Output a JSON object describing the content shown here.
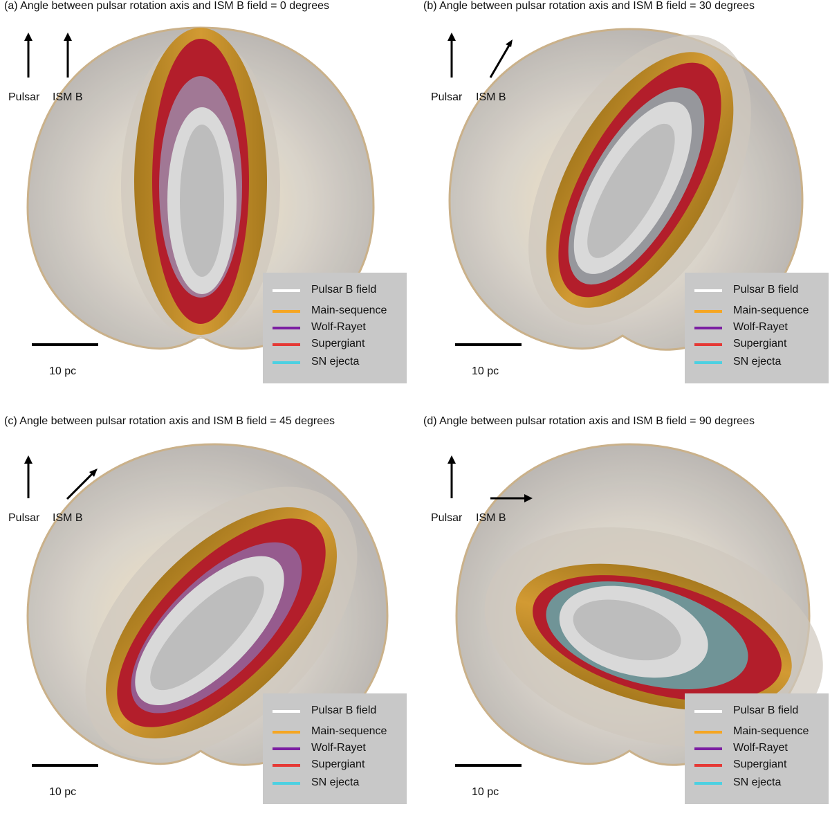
{
  "panels": [
    {
      "title": "(a) Angle between pulsar rotation axis and ISM B field = 0 degrees",
      "angle_deg": 0,
      "pulsar_label": "Pulsar",
      "ism_label": "ISM B",
      "scale_label": "10 pc"
    },
    {
      "title": "(b) Angle between pulsar rotation axis and ISM B field = 30 degrees",
      "angle_deg": 30,
      "pulsar_label": "Pulsar",
      "ism_label": "ISM B",
      "scale_label": "10 pc"
    },
    {
      "title": "(c) Angle between pulsar rotation axis and ISM B field = 45 degrees",
      "angle_deg": 45,
      "pulsar_label": "Pulsar",
      "ism_label": "ISM B",
      "scale_label": "10 pc"
    },
    {
      "title": "(d) Angle between pulsar rotation axis and ISM B field = 90 degrees",
      "angle_deg": 90,
      "pulsar_label": "Pulsar",
      "ism_label": "ISM B",
      "scale_label": "10 pc"
    }
  ],
  "legend": [
    {
      "label": "Pulsar B field",
      "color": "#ffffff"
    },
    {
      "label": "Main-sequence",
      "color": "#f5a623"
    },
    {
      "label": "Wolf-Rayet",
      "color": "#7b1fa2"
    },
    {
      "label": "Supergiant",
      "color": "#e53935"
    },
    {
      "label": "SN ejecta",
      "color": "#4dd0e1"
    }
  ]
}
